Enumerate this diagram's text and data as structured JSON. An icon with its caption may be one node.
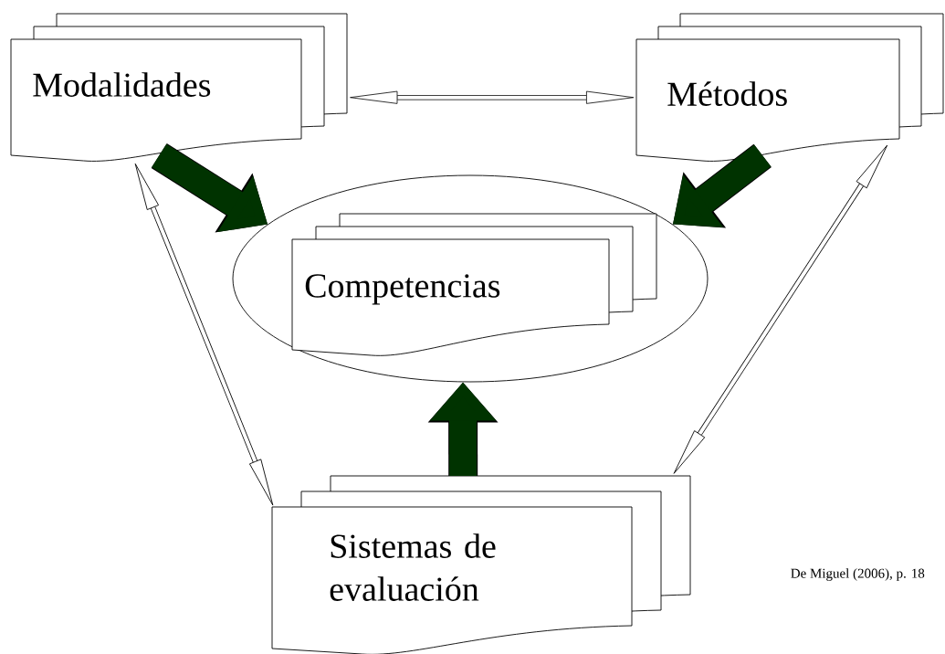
{
  "diagram": {
    "nodes": [
      {
        "text": [
          "Modalidades"
        ]
      },
      {
        "text": [
          "Métodos"
        ]
      },
      {
        "text": [],
        "shape": "ellipse"
      },
      {
        "text": [
          "Competencias"
        ],
        "in": 2
      },
      {
        "text": [
          "Sistemas de evaluación"
        ]
      }
    ],
    "edges": [
      {
        "from": 0,
        "to": 1,
        "arrow": "both"
      },
      {
        "from": 0,
        "to": 2,
        "arrow": "to",
        "style": "thick",
        "color": "#003300"
      },
      {
        "from": 1,
        "to": 2,
        "arrow": "to",
        "style": "thick",
        "color": "#003300"
      },
      {
        "from": 4,
        "to": 2,
        "arrow": "to",
        "style": "thick",
        "color": "#003300"
      },
      {
        "from": 0,
        "to": 4,
        "arrow": "both"
      },
      {
        "from": 1,
        "to": 4,
        "arrow": "both"
      }
    ],
    "labels": [
      "De Miguel (2006), p. 18"
    ]
  }
}
